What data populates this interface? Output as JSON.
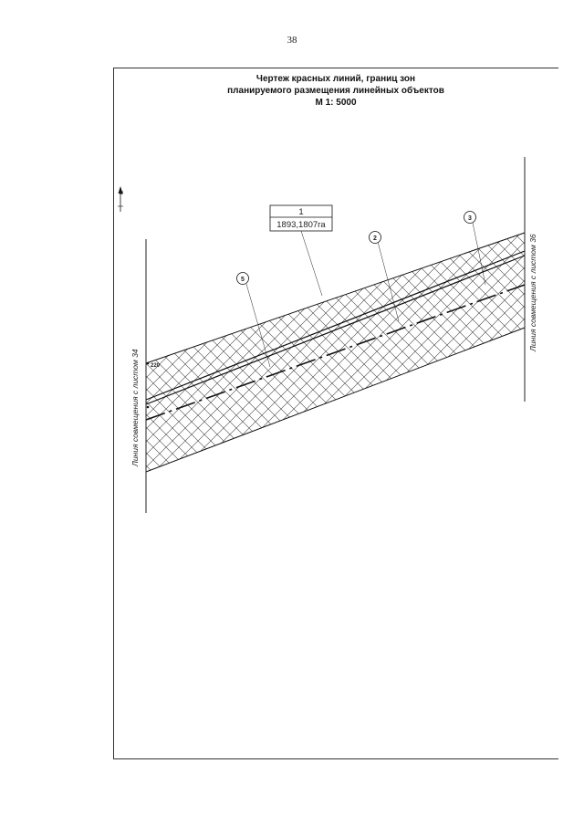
{
  "page_number": "38",
  "title": {
    "line1": "Чертеж красных линий, границ зон",
    "line2": "планируемого размещения линейных объектов",
    "scale": "М 1: 5000"
  },
  "north_arrow": {
    "label": "N"
  },
  "parcel": {
    "number": "1",
    "area": "1893,1807га"
  },
  "callouts": [
    "5",
    "2",
    "3"
  ],
  "point_label": "220",
  "match_lines": {
    "left": "Линия совмещения с листом 34",
    "right": "Линия совмещения с листом 36"
  }
}
